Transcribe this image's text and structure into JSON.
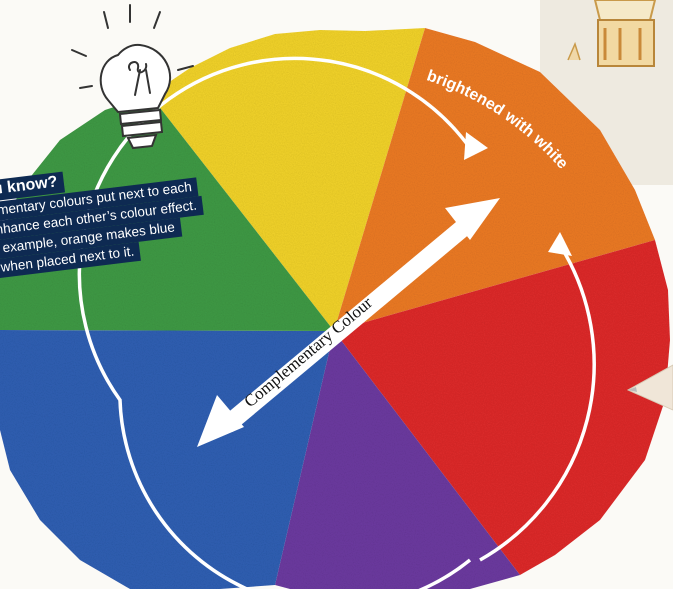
{
  "callout": {
    "heading": "ou know?",
    "lines": [
      "ementary colours put next to each",
      "enhance each other’s colour effect.",
      "r example, orange makes blue",
      "when placed next to it."
    ]
  },
  "wheel": {
    "arc_label": "brightened with white",
    "arrow_label": "Complementary Colour",
    "segments": [
      {
        "name": "yellow",
        "color": "#f2d32a"
      },
      {
        "name": "orange",
        "color": "#ec7a24"
      },
      {
        "name": "red",
        "color": "#de2a2a"
      },
      {
        "name": "violet",
        "color": "#6c3aa0"
      },
      {
        "name": "blue",
        "color": "#2f5fb3"
      },
      {
        "name": "green",
        "color": "#3f9a45"
      }
    ]
  },
  "icons": [
    "light-bulb-icon",
    "pencil-icon",
    "house-drawing"
  ]
}
